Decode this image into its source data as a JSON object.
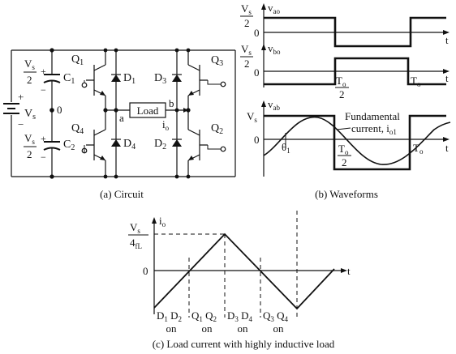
{
  "captions": {
    "circuit": "(a) Circuit",
    "waveforms": "(b) Waveforms",
    "load_current": "(c) Load current with highly inductive load"
  },
  "circuit": {
    "top_cap_fraction_num": "V",
    "top_cap_fraction_sub": "s",
    "top_cap_fraction_den": "2",
    "bot_cap_fraction_num": "V",
    "bot_cap_fraction_sub": "s",
    "bot_cap_fraction_den": "2",
    "plus": "+",
    "minus": "−",
    "cap1": "C",
    "cap1_sub": "1",
    "cap2": "C",
    "cap2_sub": "2",
    "source": "V",
    "source_sub": "s",
    "midpoint": "0",
    "node_a": "a",
    "node_b": "b",
    "load": "Load",
    "current": "i",
    "current_sub": "o",
    "q1": "Q",
    "q1_sub": "1",
    "q2": "Q",
    "q2_sub": "2",
    "q3": "Q",
    "q3_sub": "3",
    "q4": "Q",
    "q4_sub": "4",
    "d1": "D",
    "d1_sub": "1",
    "d2": "D",
    "d2_sub": "2",
    "d3": "D",
    "d3_sub": "3",
    "d4": "D",
    "d4_sub": "4"
  },
  "waveforms": {
    "vao_label": "v",
    "vao_sub": "ao",
    "vao_num": "V",
    "vao_num_sub": "s",
    "vao_den": "2",
    "vbo_label": "v",
    "vbo_sub": "bo",
    "vbo_num": "V",
    "vbo_num_sub": "s",
    "vbo_den": "2",
    "vab_label": "v",
    "vab_sub": "ab",
    "vab_level": "V",
    "vab_level_sub": "s",
    "zero": "0",
    "t": "t",
    "to_half_num": "T",
    "to_half_num_sub": "o",
    "to_half_den": "2",
    "to": "T",
    "to_sub": "o",
    "theta": "θ",
    "theta_sub": "1",
    "fundamental_line1": "Fundamental",
    "fundamental_line2": "current, i",
    "fundamental_sub": "o1"
  },
  "load_current": {
    "peak_num": "V",
    "peak_num_sub": "s",
    "peak_den": "4",
    "peak_den_sub": "fL",
    "io": "i",
    "io_sub": "o",
    "zero": "0",
    "t": "t",
    "intervals": [
      {
        "a": "D",
        "a_sub": "1",
        "b": "D",
        "b_sub": "2",
        "state": "on"
      },
      {
        "a": "Q",
        "a_sub": "1",
        "b": "Q",
        "b_sub": "2",
        "state": "on"
      },
      {
        "a": "D",
        "a_sub": "3",
        "b": "D",
        "b_sub": "4",
        "state": "on"
      },
      {
        "a": "Q",
        "a_sub": "3",
        "b": "Q",
        "b_sub": "4",
        "state": "on"
      }
    ]
  }
}
